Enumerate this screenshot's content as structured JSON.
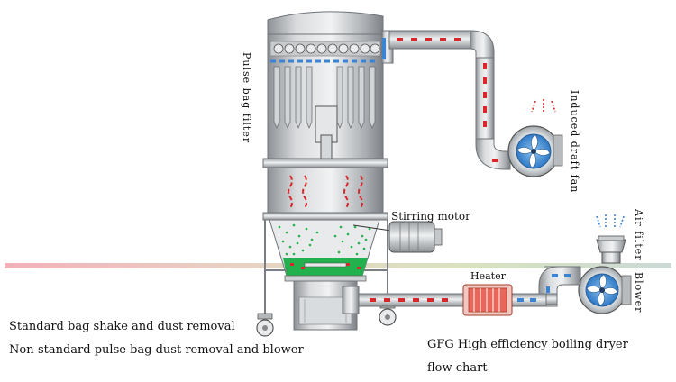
{
  "labels": {
    "pulse_bag_filter": "Pulse bag filter",
    "induced_draft_fan": "Induced draft fan",
    "air_filter": "Air filter",
    "blower": "Blower",
    "stirring_motor": "Stirring motor",
    "heater": "Heater"
  },
  "notes": {
    "line1": "Standard bag shake and dust removal",
    "line2": "Non-standard pulse bag dust removal and blower"
  },
  "caption": {
    "line1": "GFG High efficiency boiling dryer",
    "line2": "flow chart"
  },
  "colors": {
    "pipe_hot": "#d8262a",
    "pipe_air": "#4a8fd6",
    "material": "#22b14c",
    "body_steel": "#b9bcbf"
  }
}
